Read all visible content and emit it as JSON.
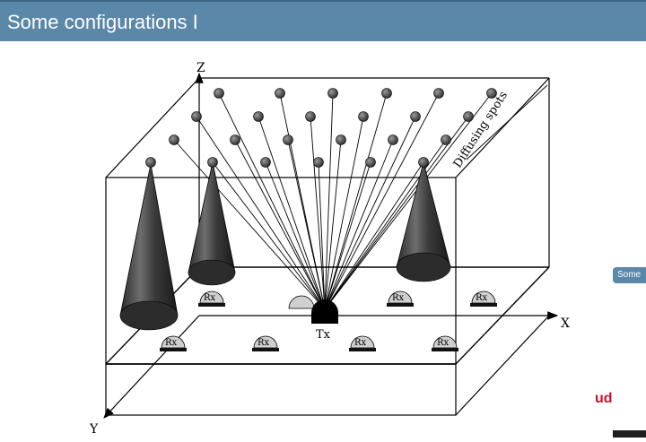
{
  "header": {
    "title": "Some configurations I"
  },
  "diagram": {
    "axis_z": "Z",
    "axis_x": "X",
    "axis_y": "Y",
    "transmitter_label": "Tx",
    "receiver_label": "Rx",
    "diffusing_label": "Diffusing spots"
  },
  "side": {
    "badge": "Some",
    "fragment": "ud"
  }
}
